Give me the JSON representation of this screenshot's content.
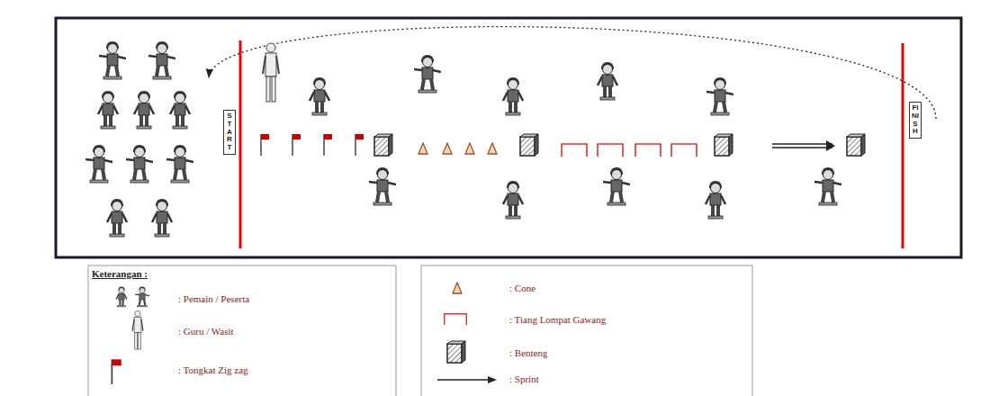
{
  "diagram": {
    "nodes": [
      {
        "text": [
          "START"
        ]
      },
      {
        "text": [
          "FINISH"
        ]
      }
    ],
    "labels": [
      "Keterangan :"
    ],
    "legend": [
      {
        "text": ": Pemain / Peserta"
      },
      {
        "text": ": Guru / Wasit"
      },
      {
        "text": ": Tongkat Zig zag"
      },
      {
        "text": ": Cone"
      },
      {
        "text": ": Tiang Lompat Gawang"
      },
      {
        "text": ": Benteng"
      },
      {
        "text": ": Sprint"
      }
    ]
  }
}
